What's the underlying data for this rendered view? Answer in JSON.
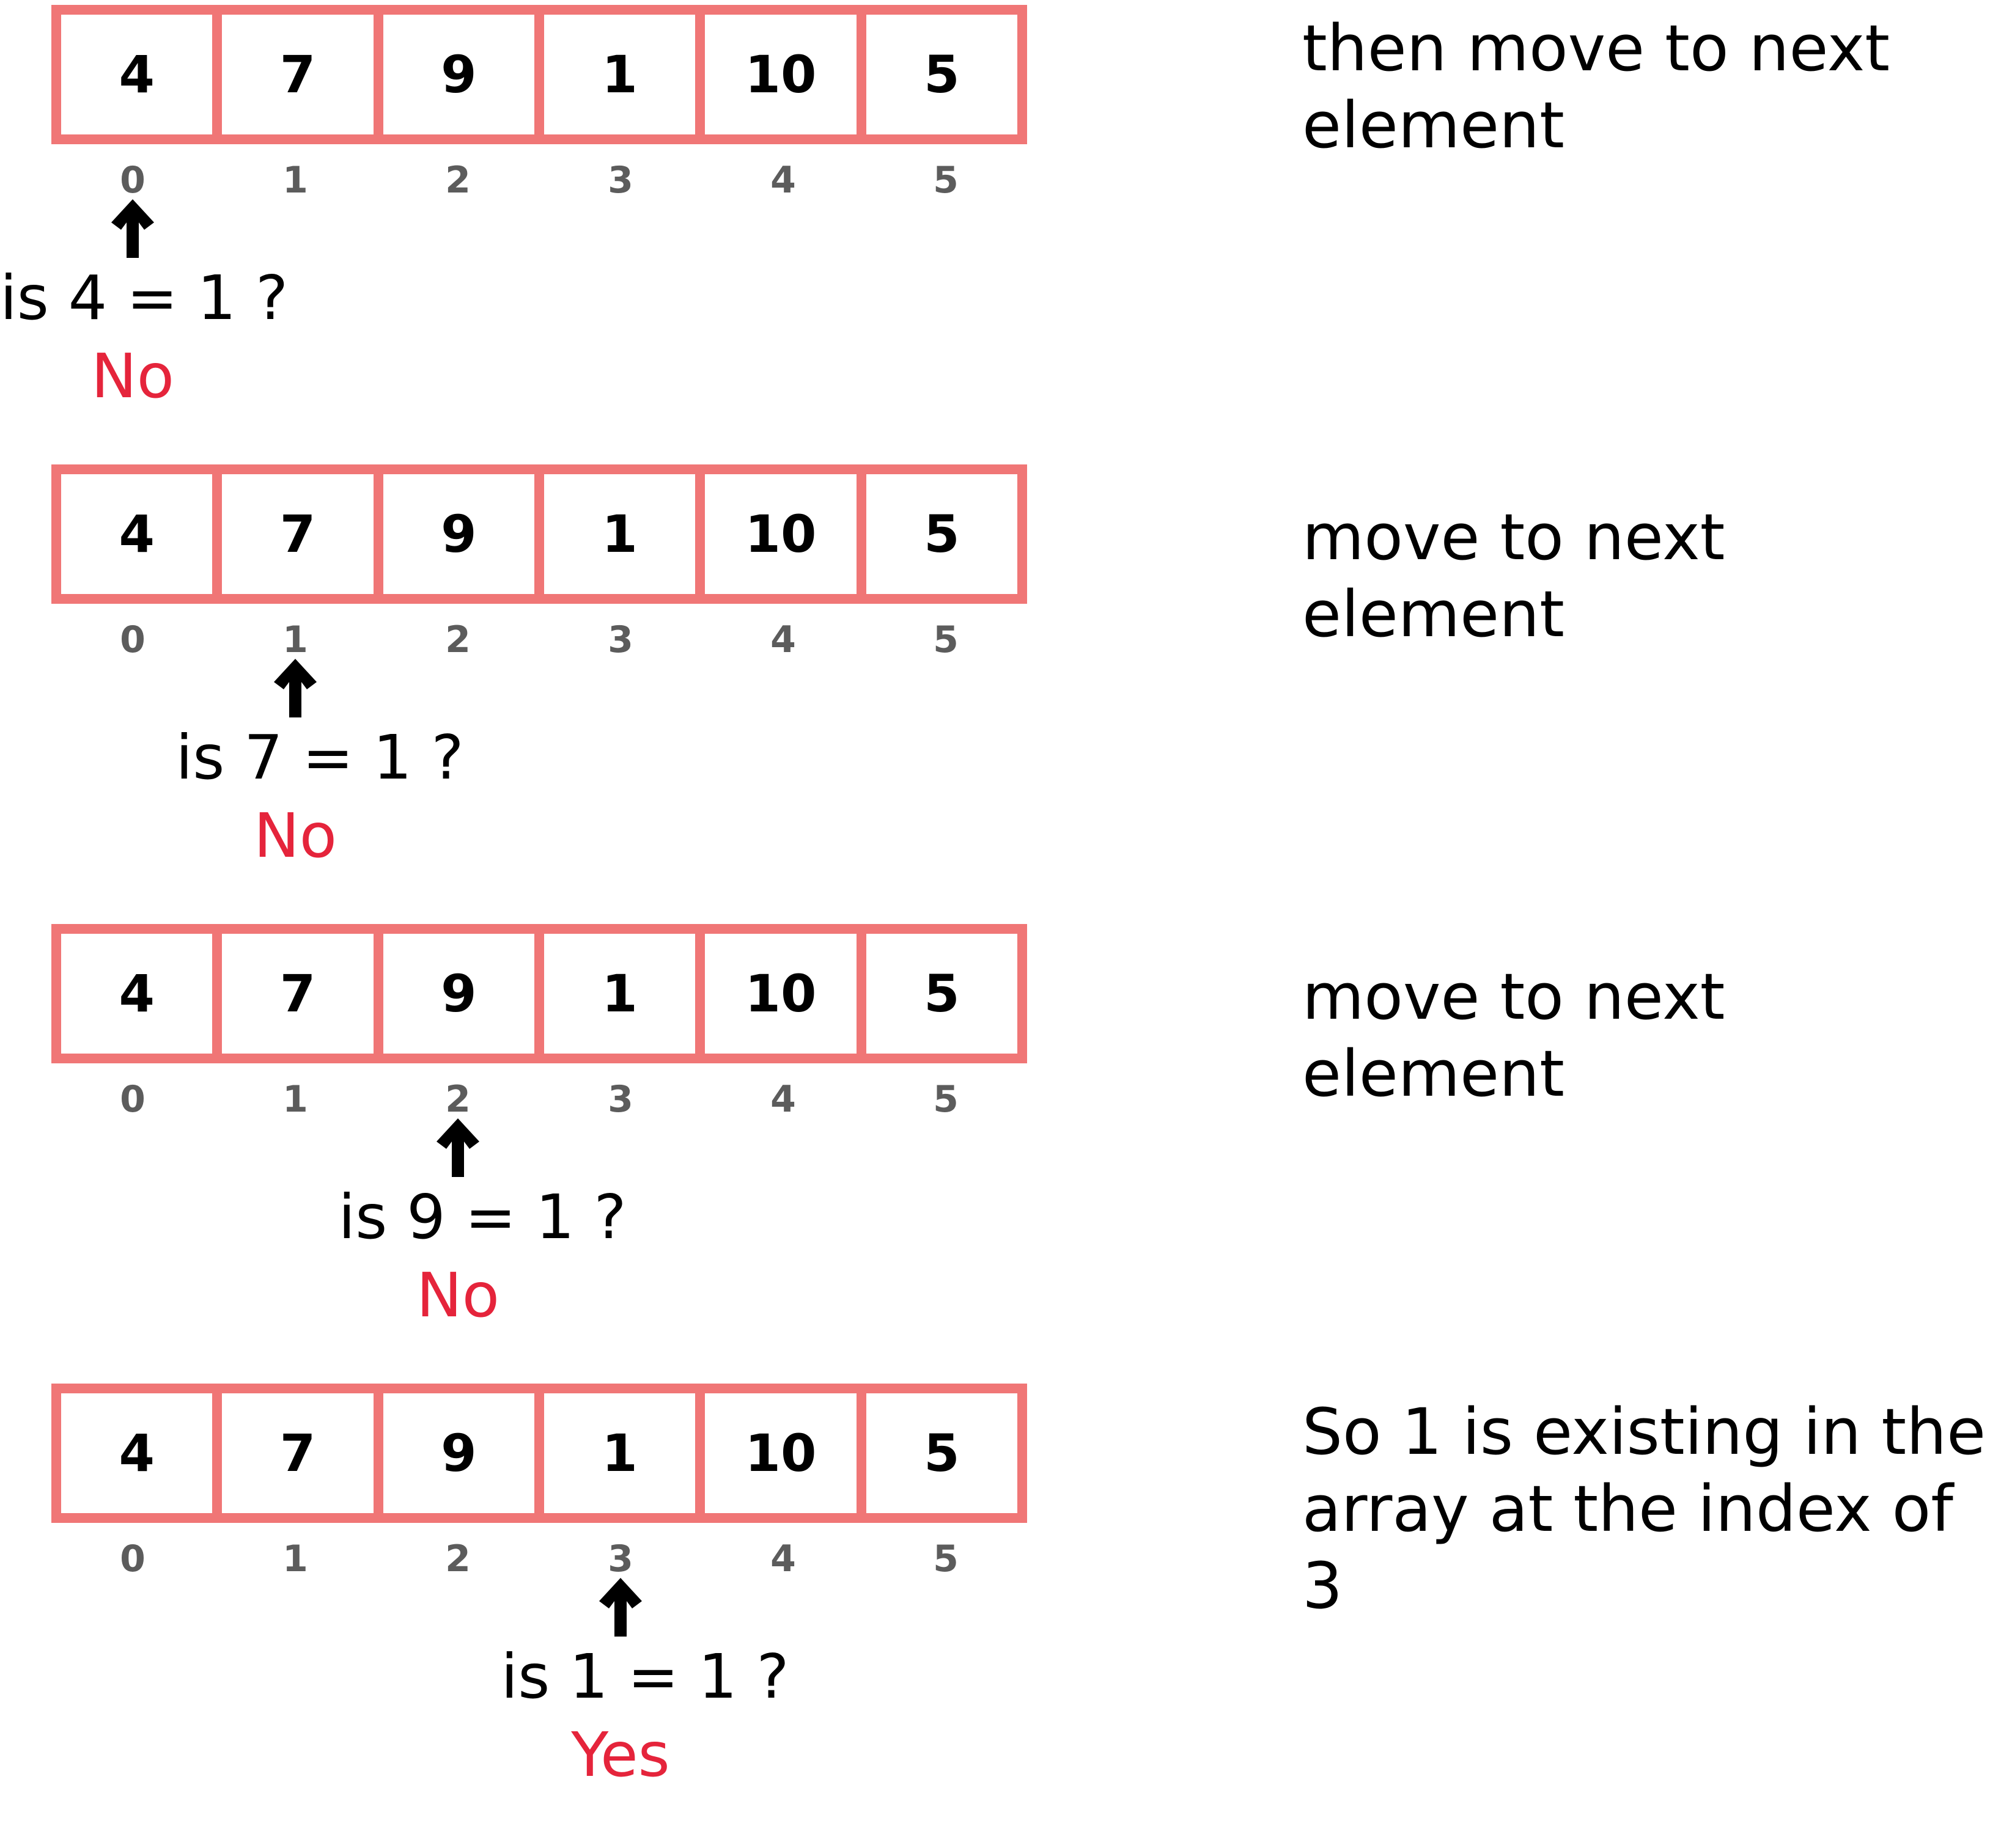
{
  "array": {
    "values": [
      "4",
      "7",
      "9",
      "1",
      "10",
      "5"
    ],
    "indices": [
      "0",
      "1",
      "2",
      "3",
      "4",
      "5"
    ]
  },
  "colors": {
    "cell_border": "#f07676",
    "answer": "#e5243b",
    "index_text": "#5c5c5c"
  },
  "steps": [
    {
      "pointer_index": 0,
      "question": "is 4 = 1 ?",
      "answer": "No",
      "note": "then move to next\nelement"
    },
    {
      "pointer_index": 1,
      "question": "is 7 = 1 ?",
      "answer": "No",
      "note": "move to next element"
    },
    {
      "pointer_index": 2,
      "question": "is 9 = 1 ?",
      "answer": "No",
      "note": "move to next element"
    },
    {
      "pointer_index": 3,
      "question": "is 1 = 1 ?",
      "answer": "Yes",
      "note": "So 1 is existing in the\narray at the index of 3"
    }
  ],
  "icons": {
    "pointer": "up-arrow-icon"
  }
}
